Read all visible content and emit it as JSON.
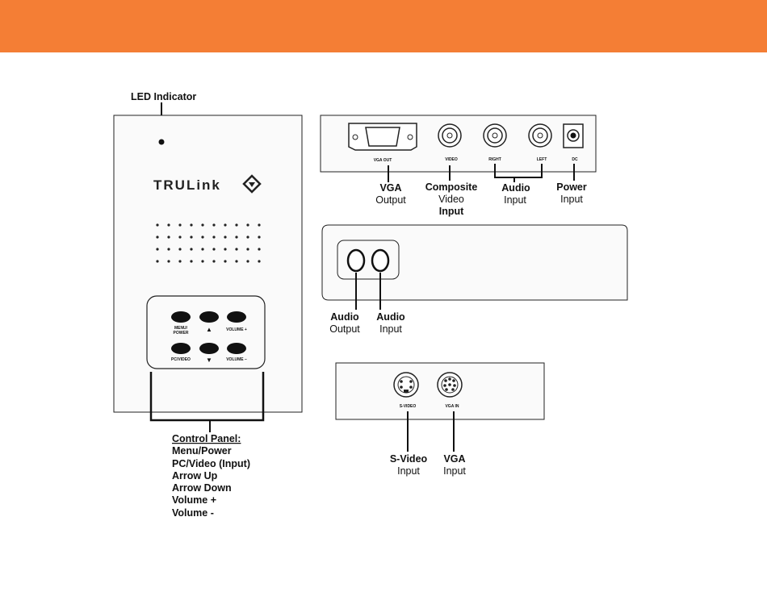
{
  "colors": {
    "banner": "#F47E35",
    "line": "#111111",
    "panel_fill": "#fafafa"
  },
  "device_front": {
    "brand": "TRULink",
    "led_label": "LED Indicator",
    "buttons": {
      "menu_power": "MENU/\nPOWER",
      "menu": "MENU/",
      "power": "POWER",
      "arrow_up": "▲",
      "volume_plus": "VOLUME +",
      "pc_video": "PC/VIDEO",
      "arrow_down": "▼",
      "volume_minus": "VOLUME –"
    },
    "control_panel": {
      "title": "Control Panel:",
      "items": [
        "Menu/Power",
        "PC/Video (Input)",
        "Arrow Up",
        "Arrow Down",
        "Volume +",
        "Volume -"
      ]
    }
  },
  "rear_panel": {
    "port_labels": {
      "vga_out": "VGA OUT",
      "video": "VIDEO",
      "right": "RIGHT",
      "left": "LEFT",
      "dc": "DC"
    },
    "callouts": {
      "vga_output": [
        "VGA",
        "Output"
      ],
      "composite": [
        "Composite",
        "Video",
        "Input"
      ],
      "audio_input": [
        "Audio",
        "Input"
      ],
      "power_input": [
        "Power",
        "Input"
      ]
    }
  },
  "side_panel": {
    "callouts": {
      "audio_output": [
        "Audio",
        "Output"
      ],
      "audio_input": [
        "Audio",
        "Input"
      ]
    }
  },
  "front_ports": {
    "port_labels": {
      "svideo": "S-VIDEO",
      "vga_in": "VGA IN"
    },
    "callouts": {
      "svideo_input": [
        "S-Video",
        "Input"
      ],
      "vga_input": [
        "VGA",
        "Input"
      ]
    }
  }
}
